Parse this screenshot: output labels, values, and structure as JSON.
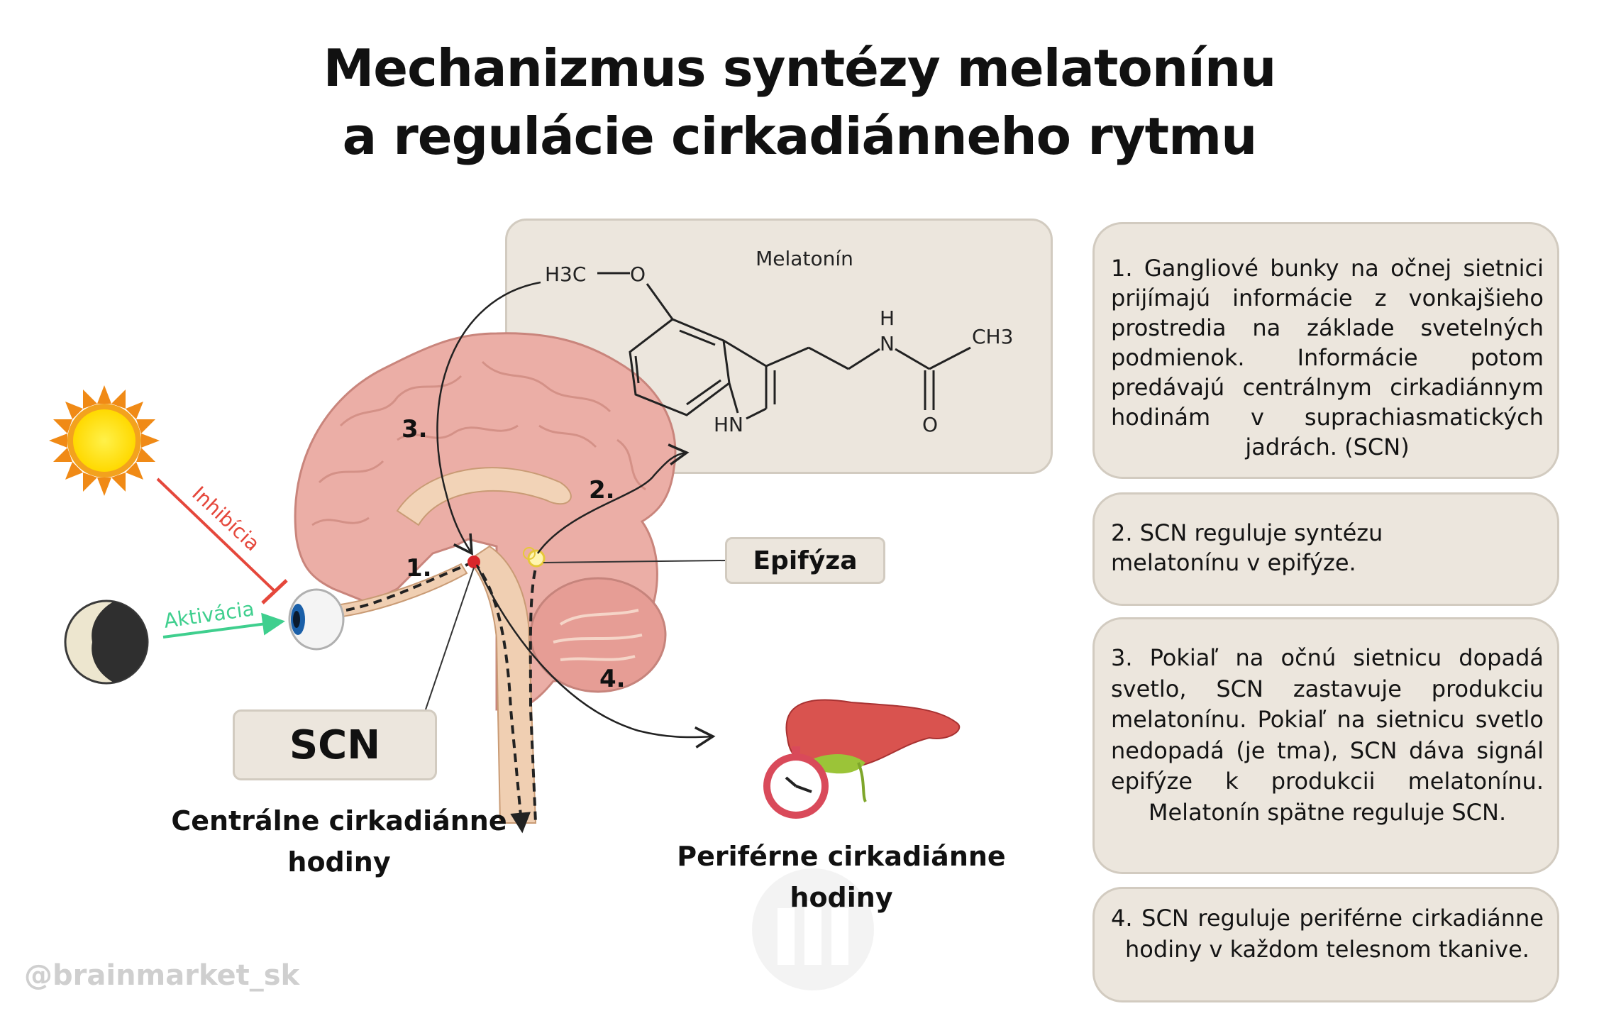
{
  "title": {
    "line1": "Mechanizmus syntézy melatonínu",
    "line2": "a regulácie cirkadiánneho rytmu"
  },
  "molecule": {
    "name": "Melatonín",
    "h3c": "H3C",
    "o_methoxy": "O",
    "n_amide": "N",
    "h_amide": "H",
    "ch3": "CH3",
    "o_carbonyl": "O",
    "hn_ring": "HN"
  },
  "labels": {
    "inhibition": "Inhibícia",
    "activation": "Aktivácia",
    "scn": "SCN",
    "epiphysis": "Epifýza",
    "step1": "1.",
    "step2": "2.",
    "step3": "3.",
    "step4": "4."
  },
  "captions": {
    "central_line1": "Centrálne cirkadiánne",
    "central_line2": "hodiny",
    "peripheral_line1": "Periférne cirkadiánne",
    "peripheral_line2": "hodiny"
  },
  "steps": [
    {
      "text": "1. Gangliové bunky na očnej sietnici prijímajú informácie z vonkajšieho prostredia na základe svetelných podmienok. Informácie potom predávajú centrálnym cirkadiánnym hodinám v suprachiasmatických jadrách. (SCN)"
    },
    {
      "text": "2. SCN reguluje syntézu melatonínu v epifýze."
    },
    {
      "text": "3. Pokiaľ na očnú sietnicu dopadá svetlo, SCN zastavuje produkciu melatonínu. Pokiaľ na sietnicu svetlo nedopadá (je tma), SCN dáva signál epifýze k produkcii melatonínu. Melatonín spätne reguluje SCN."
    },
    {
      "text": "4. SCN reguluje periférne cirkadiánne hodiny v každom telesnom tkanive."
    }
  ],
  "watermark": "@brainmarket_sk",
  "icons": {
    "sun": "sun-icon",
    "moon": "moon-icon",
    "eye": "eye-icon",
    "brain": "brain-icon",
    "liver": "liver-icon",
    "clock": "clock-icon",
    "logo": "brainmarket-logo-icon"
  },
  "colors": {
    "inhibition": "#e5473b",
    "activation": "#3fcf8e",
    "box_fill": "#ece6dd",
    "box_border": "#d2cbc0",
    "brain": "#e9a9a0",
    "scn_dot": "#d9262a"
  }
}
